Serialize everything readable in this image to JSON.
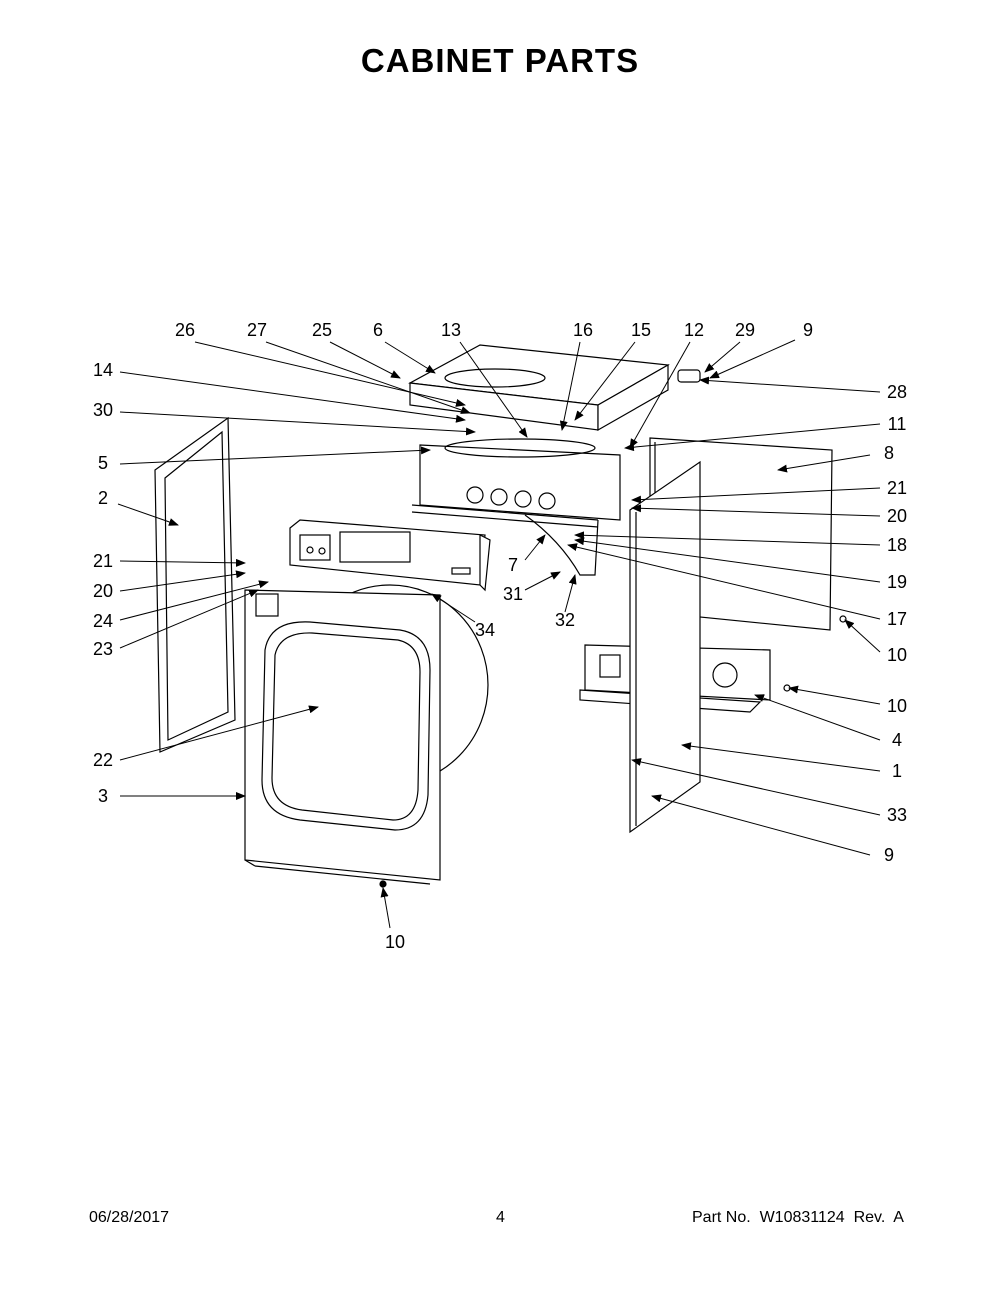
{
  "page": {
    "title": "CABINET PARTS",
    "footer_date": "06/28/2017",
    "footer_page": "4",
    "footer_part": "Part No.  W10831124  Rev.  A"
  },
  "callouts": [
    "26",
    "27",
    "25",
    "6",
    "13",
    "16",
    "15",
    "12",
    "29",
    "9",
    "28",
    "14",
    "30",
    "11",
    "5",
    "8",
    "2",
    "21",
    "20",
    "18",
    "19",
    "17",
    "7",
    "31",
    "32",
    "21",
    "20",
    "24",
    "23",
    "34",
    "10",
    "10",
    "4",
    "1",
    "22",
    "3",
    "33",
    "9",
    "10"
  ]
}
